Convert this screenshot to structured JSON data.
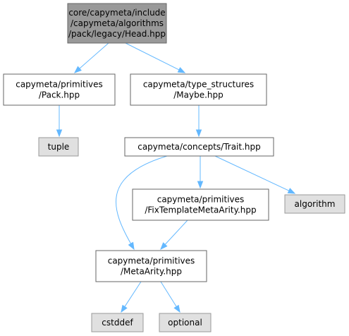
{
  "diagram": {
    "type": "include-dependency-graph",
    "colors": {
      "root_fill": "#999999",
      "root_stroke": "#666666",
      "file_fill": "#ffffff",
      "file_stroke": "#666666",
      "external_fill": "#e0e0e0",
      "external_stroke": "#999999",
      "edge": "#63b8ff"
    },
    "nodes": [
      {
        "id": "head",
        "kind": "root",
        "lines": [
          "core/capymeta/include",
          "/capymeta/algorithms",
          "/pack/legacy/Head.hpp"
        ]
      },
      {
        "id": "pack",
        "kind": "file",
        "lines": [
          "capymeta/primitives",
          "/Pack.hpp"
        ]
      },
      {
        "id": "maybe",
        "kind": "file",
        "lines": [
          "capymeta/type_structures",
          "/Maybe.hpp"
        ]
      },
      {
        "id": "tuple",
        "kind": "external",
        "lines": [
          "tuple"
        ]
      },
      {
        "id": "trait",
        "kind": "file",
        "lines": [
          "capymeta/concepts/Trait.hpp"
        ]
      },
      {
        "id": "fixtemplate",
        "kind": "file",
        "lines": [
          "capymeta/primitives",
          "/FixTemplateMetaArity.hpp"
        ]
      },
      {
        "id": "algorithm",
        "kind": "external",
        "lines": [
          "algorithm"
        ]
      },
      {
        "id": "metaarity",
        "kind": "file",
        "lines": [
          "capymeta/primitives",
          "/MetaArity.hpp"
        ]
      },
      {
        "id": "cstddef",
        "kind": "external",
        "lines": [
          "cstddef"
        ]
      },
      {
        "id": "optional",
        "kind": "external",
        "lines": [
          "optional"
        ]
      }
    ],
    "edges": [
      {
        "from": "head",
        "to": "pack"
      },
      {
        "from": "head",
        "to": "maybe"
      },
      {
        "from": "pack",
        "to": "tuple"
      },
      {
        "from": "maybe",
        "to": "trait"
      },
      {
        "from": "trait",
        "to": "fixtemplate"
      },
      {
        "from": "trait",
        "to": "algorithm"
      },
      {
        "from": "trait",
        "to": "metaarity"
      },
      {
        "from": "fixtemplate",
        "to": "metaarity"
      },
      {
        "from": "metaarity",
        "to": "cstddef"
      },
      {
        "from": "metaarity",
        "to": "optional"
      }
    ]
  }
}
